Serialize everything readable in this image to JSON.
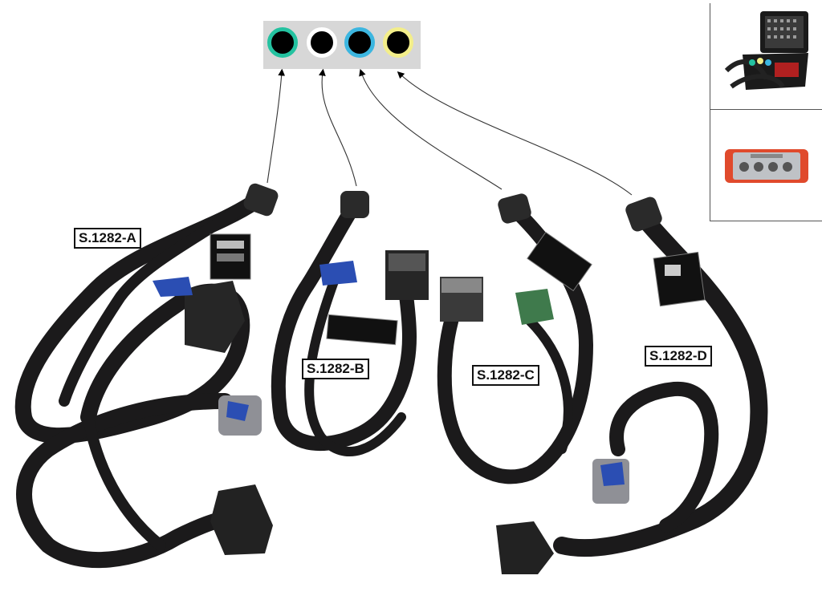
{
  "labels": {
    "harness_a": "S.1282-A",
    "harness_b": "S.1282-B",
    "harness_c": "S.1282-C",
    "harness_d": "S.1282-D"
  },
  "connector_colors": [
    "#24c2a0",
    "#ffffff",
    "#3cb6e0",
    "#f3ee8a"
  ],
  "colors": {
    "cable": "#1b1a1b",
    "connector": "#2a2a2a",
    "clip_blue": "#2b4eb3",
    "clip_green": "#3f7a4c",
    "plug_gray": "#8f9096",
    "module_red": "#e04a2c"
  }
}
